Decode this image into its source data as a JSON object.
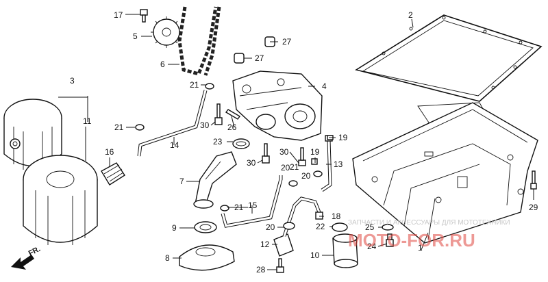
{
  "callouts": {
    "c1": "1",
    "c2": "2",
    "c3": "3",
    "c4": "4",
    "c5": "5",
    "c6": "6",
    "c7": "7",
    "c8": "8",
    "c9": "9",
    "c10": "10",
    "c11": "11",
    "c12": "12",
    "c13": "13",
    "c14": "14",
    "c15": "15",
    "c16": "16",
    "c17": "17",
    "c18": "18",
    "c19a": "19",
    "c19b": "19",
    "c20a": "20",
    "c20b": "20",
    "c20c": "20",
    "c21a": "21",
    "c21b": "21",
    "c21c": "21",
    "c21d": "21",
    "c22": "22",
    "c23": "23",
    "c24": "24",
    "c25": "25",
    "c26": "26",
    "c27a": "27",
    "c27b": "27",
    "c28": "28",
    "c29": "29",
    "c30a": "30",
    "c30b": "30",
    "c30c": "30"
  },
  "direction_label": "FR.",
  "watermark": {
    "tagline": "ЗАПЧАСТИ И АКСЕССУАРЫ ДЛЯ МОТОТЕХНИКИ",
    "brand": "MOTO-FOR.RU"
  },
  "icons": [
    "direction-arrow-icon"
  ]
}
